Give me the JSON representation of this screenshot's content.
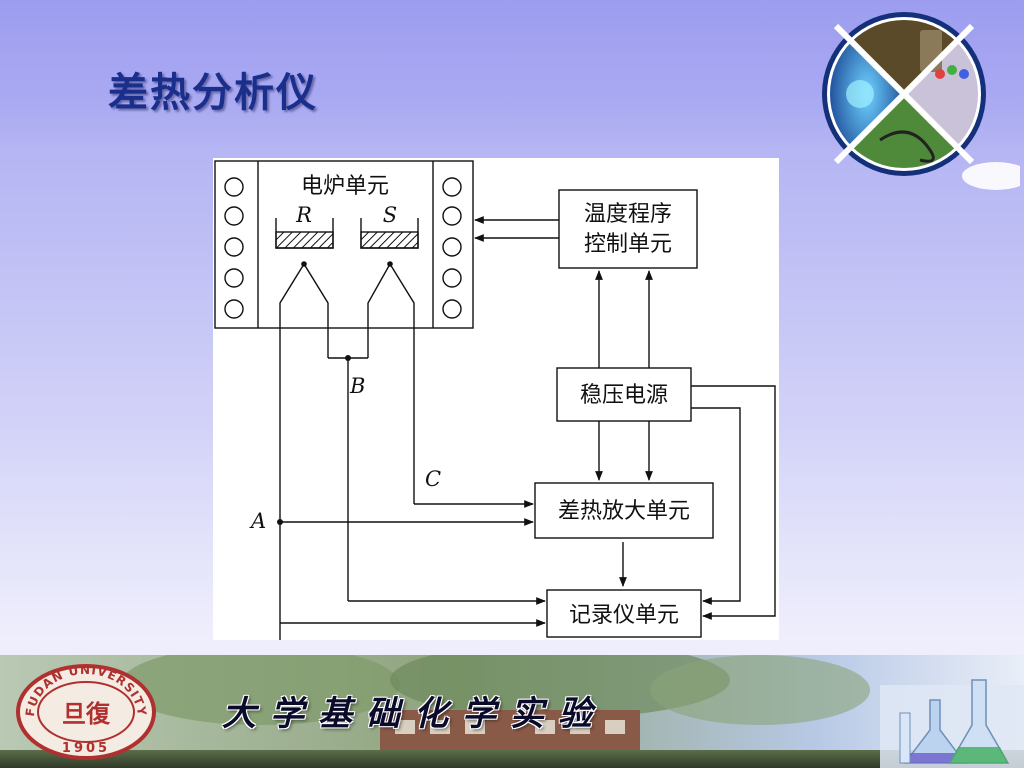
{
  "slide": {
    "title": "差热分析仪"
  },
  "diagram": {
    "furnace_label": "电炉单元",
    "sample_r": "R",
    "sample_s": "S",
    "temp_ctrl_line1": "温度程序",
    "temp_ctrl_line2": "控制单元",
    "power_supply": "稳压电源",
    "amplifier": "差热放大单元",
    "recorder": "记录仪单元",
    "point_a": "A",
    "point_b": "B",
    "point_c": "C"
  },
  "footer": {
    "banner_text": "大学基础化学实验",
    "seal_top": "FUDAN UNIVERSITY",
    "seal_year": "1905",
    "seal_center": "旦復"
  },
  "colors": {
    "title": "#1a2e8c",
    "line": "#111111",
    "seal": "#b03030"
  }
}
